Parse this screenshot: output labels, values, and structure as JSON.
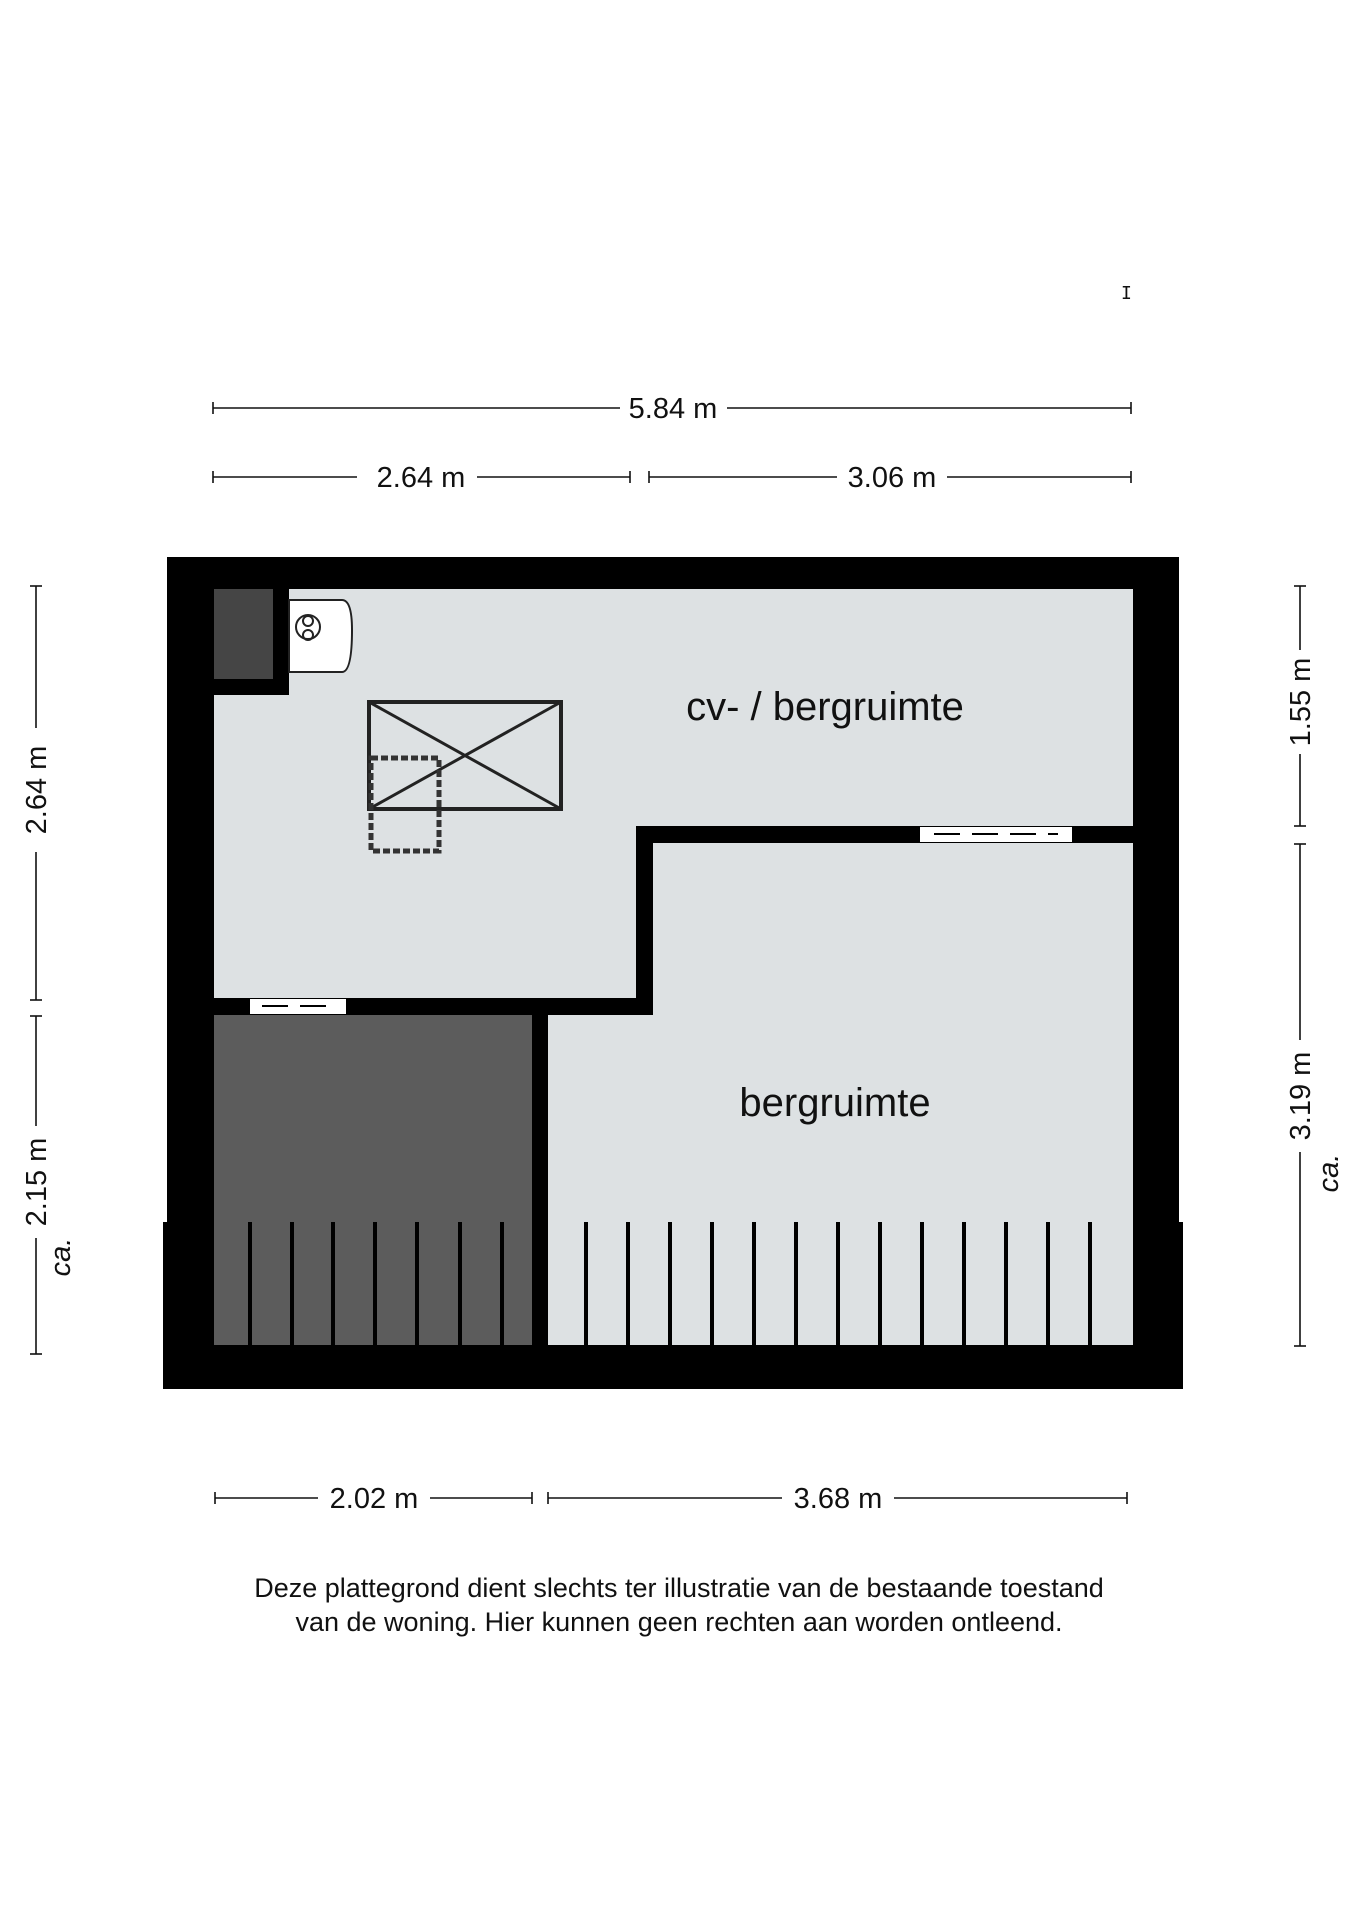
{
  "plan": {
    "rooms": {
      "upper": "cv- / bergruimte",
      "lower": "bergruimte"
    },
    "dimensions": {
      "top_total": "5.84 m",
      "top_left": "2.64 m",
      "top_right": "3.06 m",
      "left_upper": "2.64 m",
      "left_lower": "2.15 m",
      "left_ca": "ca.",
      "right_upper": "1.55 m",
      "right_lower": "3.19 m",
      "right_ca": "ca.",
      "bottom_left": "2.02 m",
      "bottom_right": "3.68 m"
    },
    "marker": "I"
  },
  "disclaimer": {
    "line1": "Deze plattegrond dient slechts ter illustratie van de bestaande toestand",
    "line2": "van de woning. Hier kunnen geen rechten aan worden ontleend."
  },
  "colors": {
    "wall": "#000000",
    "floor": "#dde1e3",
    "storage_dark": "#5c5c5c",
    "shaft": "#454545"
  }
}
